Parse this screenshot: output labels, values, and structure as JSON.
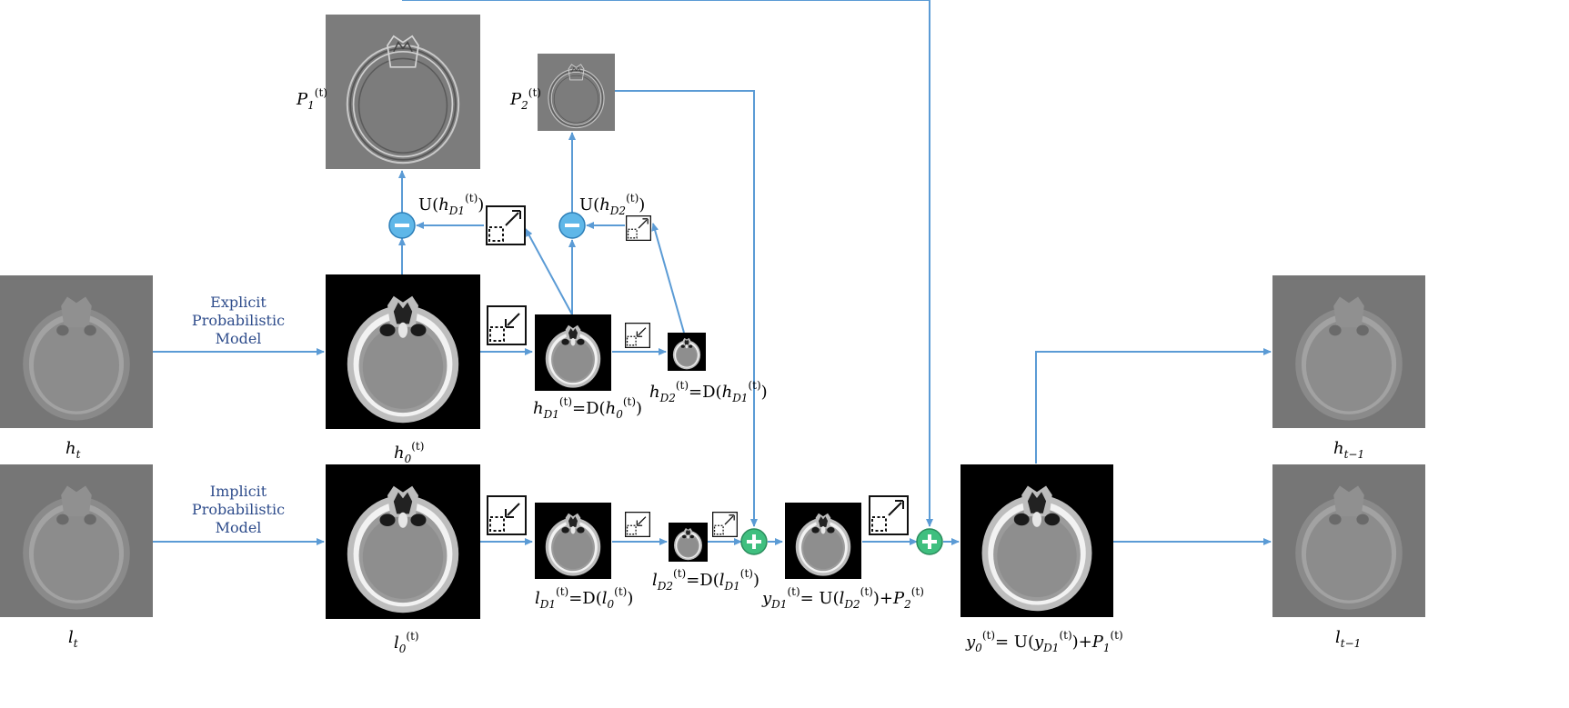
{
  "models": {
    "explicit": [
      "Explicit",
      "Probabilistic",
      "Model"
    ],
    "implicit": [
      "Implicit",
      "Probabilistic",
      "Model"
    ]
  },
  "colors": {
    "arrow": "#5b9bd5",
    "subtract_node": "#5fb7e8",
    "add_node": "#3fbf7f",
    "ct_background": "#000000",
    "residual_background": "#7c7c7c",
    "noisy_background": "#767676",
    "model_text": "#2f4d8c"
  },
  "icons": {
    "subtract": "minus-circle-icon",
    "add": "plus-circle-icon",
    "downsample": "downsample-icon",
    "upsample": "upsample-icon"
  },
  "labels": {
    "P1": {
      "sym": "P",
      "sub": "1",
      "sup": "(t)"
    },
    "P2": {
      "sym": "P",
      "sub": "2",
      "sup": "(t)"
    },
    "h_t": {
      "sym": "h",
      "sub": "t"
    },
    "l_t": {
      "sym": "l",
      "sub": "t"
    },
    "h_tm1": {
      "sym": "h",
      "sub": "t−1"
    },
    "l_tm1": {
      "sym": "l",
      "sub": "t−1"
    },
    "h0": {
      "sym": "h",
      "sub": "0",
      "sup": "(t)"
    },
    "l0": {
      "sym": "l",
      "sub": "0",
      "sup": "(t)"
    },
    "U_hD1": {
      "op": "U(",
      "sym": "h",
      "sub": "D1",
      "sup": "(t)",
      "close": ")"
    },
    "U_hD2": {
      "op": "U(",
      "sym": "h",
      "sub": "D2",
      "sup": "(t)",
      "close": ")"
    },
    "hD1_eq": {
      "sym": "h",
      "sub": "D1",
      "sup": "(t)",
      "eq": "=D(",
      "sym2": "h",
      "sub2": "0",
      "sup2": "(t)",
      "close": ")"
    },
    "hD2_eq": {
      "sym": "h",
      "sub": "D2",
      "sup": "(t)",
      "eq": "=D(",
      "sym2": "h",
      "sub2": "D1",
      "sup2": "(t)",
      "close": ")"
    },
    "lD1_eq": {
      "sym": "l",
      "sub": "D1",
      "sup": "(t)",
      "eq": "=D(",
      "sym2": "l",
      "sub2": "0",
      "sup2": "(t)",
      "close": ")"
    },
    "lD2_eq": {
      "sym": "l",
      "sub": "D2",
      "sup": "(t)",
      "eq": "=D(",
      "sym2": "l",
      "sub2": "D1",
      "sup2": "(t)",
      "close": ")"
    },
    "yD1_eq": {
      "sym": "y",
      "sub": "D1",
      "sup": "(t)",
      "eq": "= U(",
      "sym2": "l",
      "sub2": "D2",
      "sup2": "(t)",
      "close": ")+",
      "sym3": "P",
      "sub3": "2",
      "sup3": "(t)"
    },
    "y0_eq": {
      "sym": "y",
      "sub": "0",
      "sup": "(t)",
      "eq": "= U(",
      "sym2": "y",
      "sub2": "D1",
      "sup2": "(t)",
      "close": ")+",
      "sym3": "P",
      "sub3": "1",
      "sup3": "(t)"
    }
  }
}
